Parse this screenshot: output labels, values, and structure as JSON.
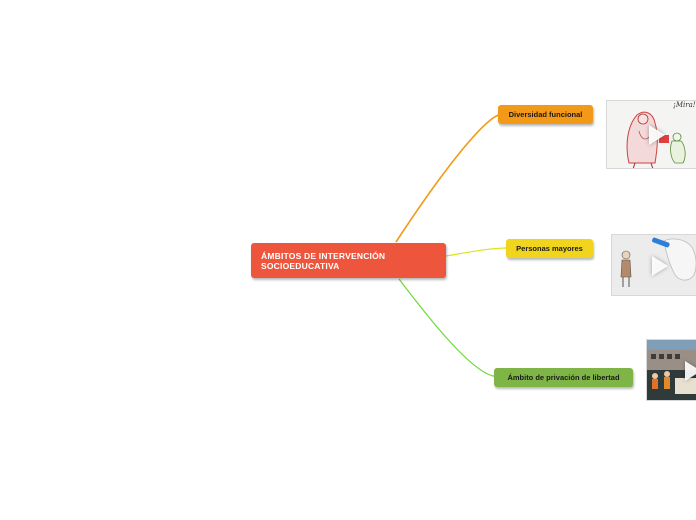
{
  "central": {
    "title": "ÁMBITOS DE INTERVENCIÓN SOCIOEDUCATIVA",
    "color": "#ee553d"
  },
  "branches": [
    {
      "id": "diversidad",
      "label": "Diversidad funcional",
      "node_color": "#f29a17",
      "line_color": "#f29a17",
      "media": {
        "type": "video",
        "icon": "play-icon",
        "overlay_text": "¡Mira!"
      }
    },
    {
      "id": "mayores",
      "label": "Personas mayores",
      "node_color": "#f0d41e",
      "line_color": "#d8e61e",
      "media": {
        "type": "video",
        "icon": "play-icon"
      }
    },
    {
      "id": "privacion",
      "label": "Ámbito de privación de libertad",
      "node_color": "#7fb546",
      "line_color": "#6edb3a",
      "media": {
        "type": "video",
        "icon": "play-icon"
      }
    }
  ]
}
